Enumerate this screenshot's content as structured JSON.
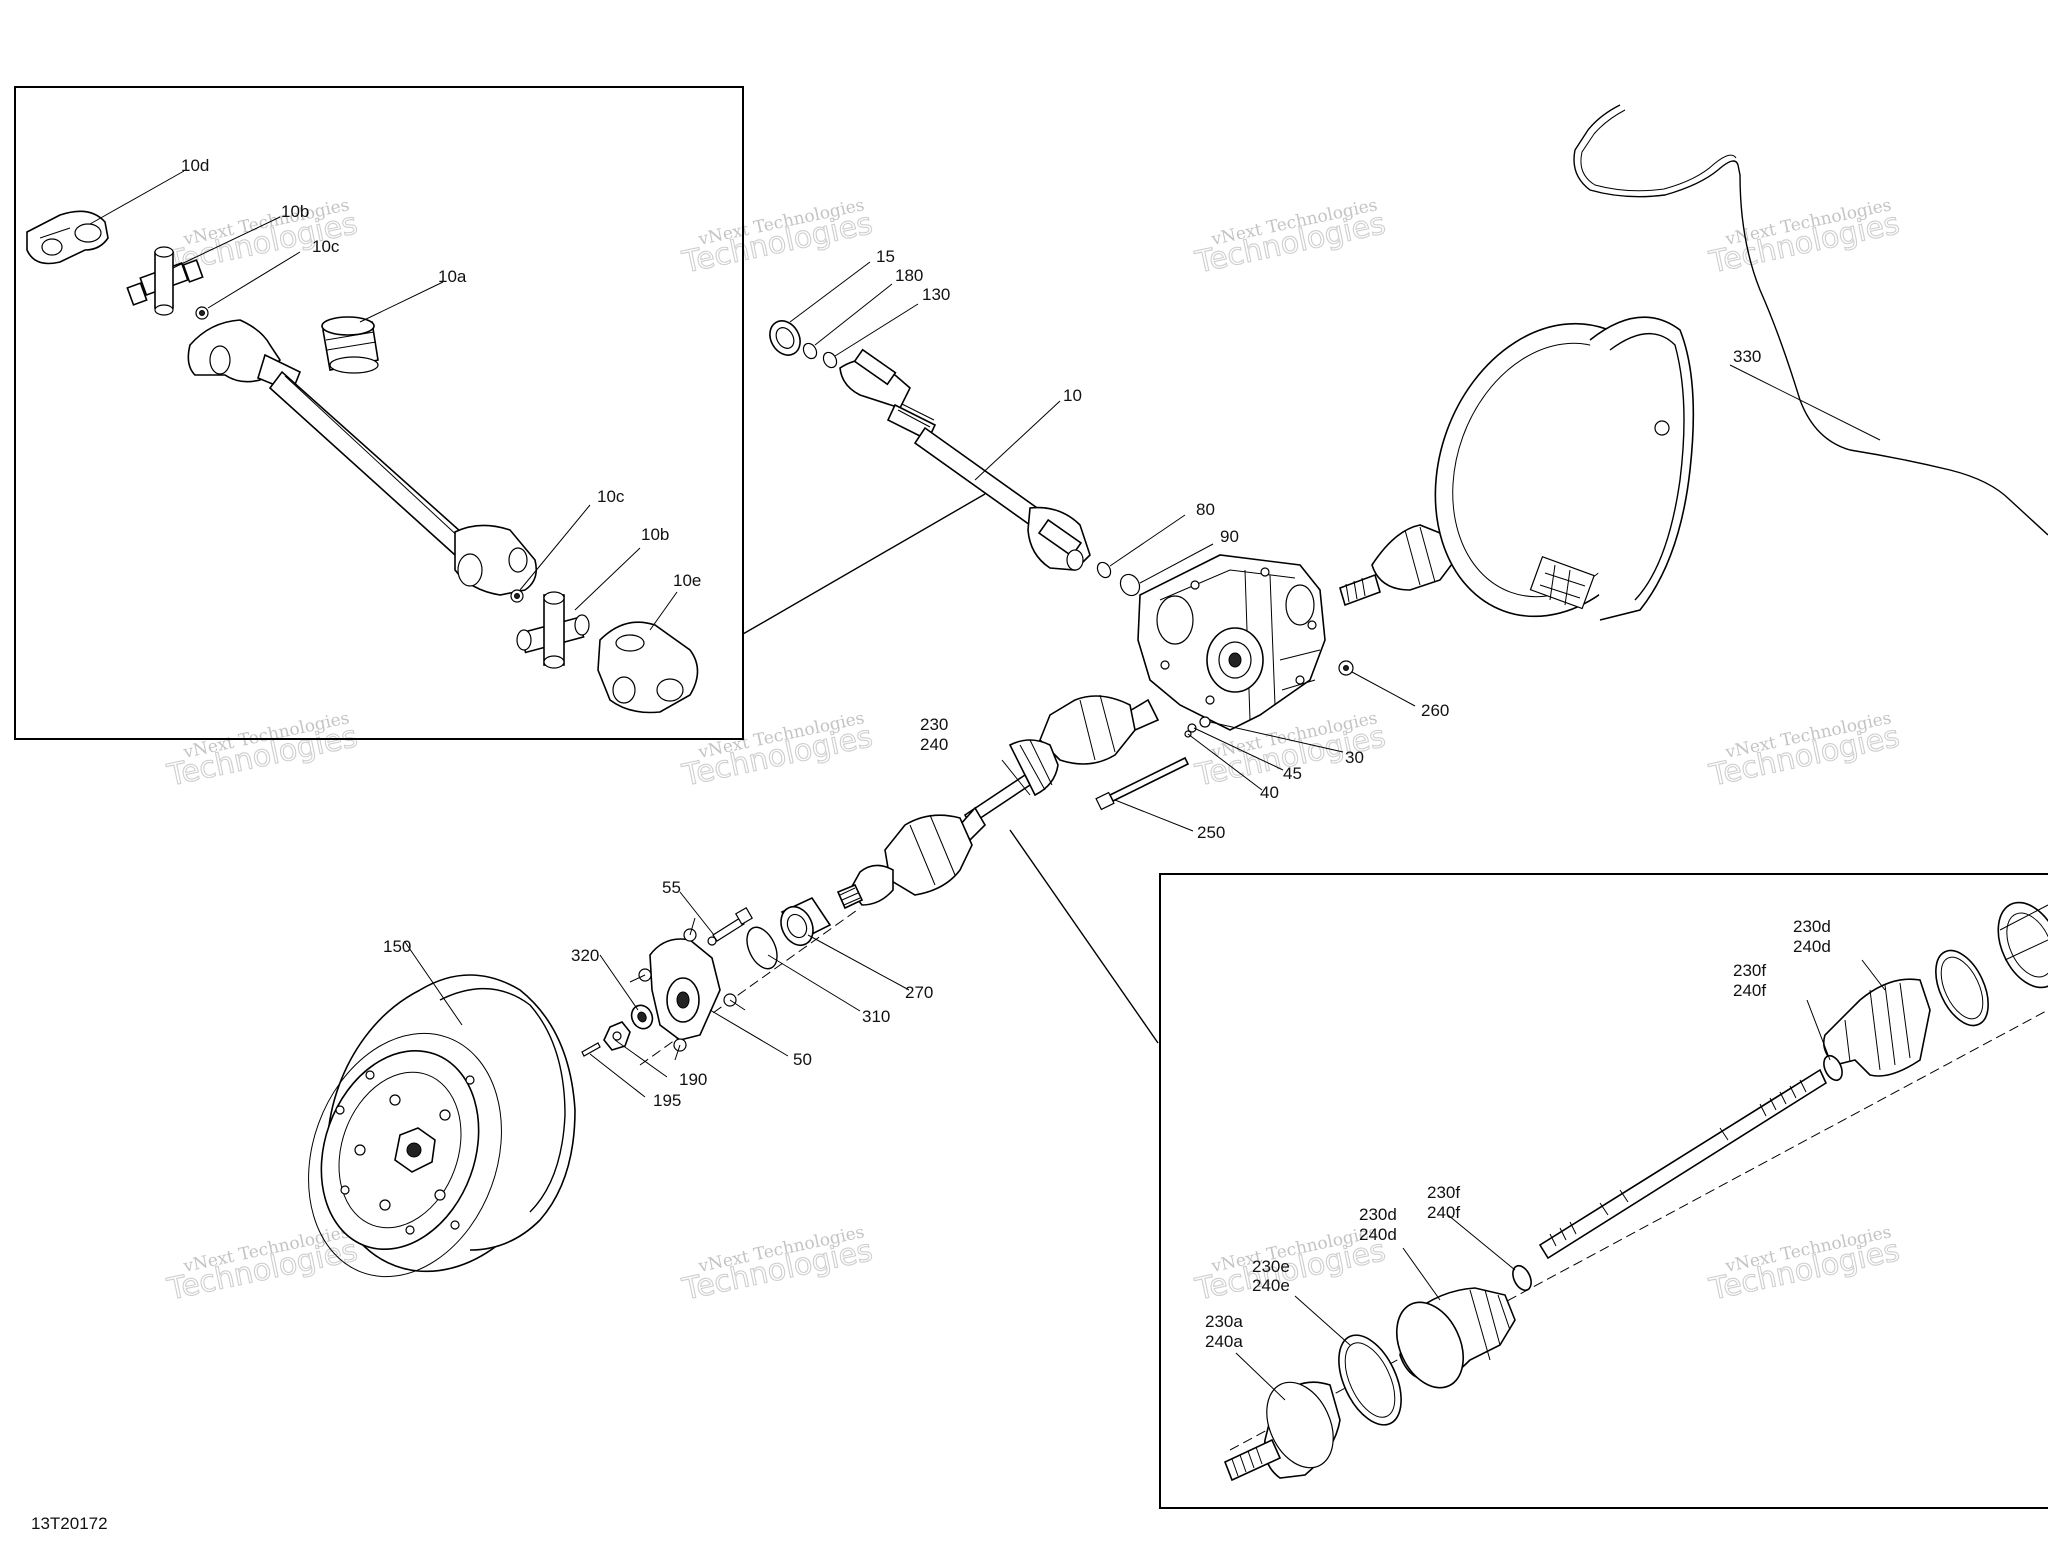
{
  "figure_id": "13T20172",
  "watermark": {
    "line1": "vNext Technologies",
    "line2": "Technologies"
  },
  "callouts": {
    "detail_left": [
      "10d",
      "10b",
      "10c",
      "10a",
      "10c",
      "10b",
      "10e"
    ],
    "main": [
      "15",
      "180",
      "130",
      "10",
      "80",
      "90",
      "330",
      "260",
      "30",
      "45",
      "40",
      "250",
      "230",
      "240",
      "270",
      "310",
      "55",
      "320",
      "50",
      "190",
      "195",
      "150"
    ],
    "detail_right": [
      "230d",
      "240d",
      "230f",
      "240f",
      "230d",
      "240d",
      "230f",
      "240f",
      "230e",
      "240e",
      "230a",
      "240a"
    ]
  }
}
